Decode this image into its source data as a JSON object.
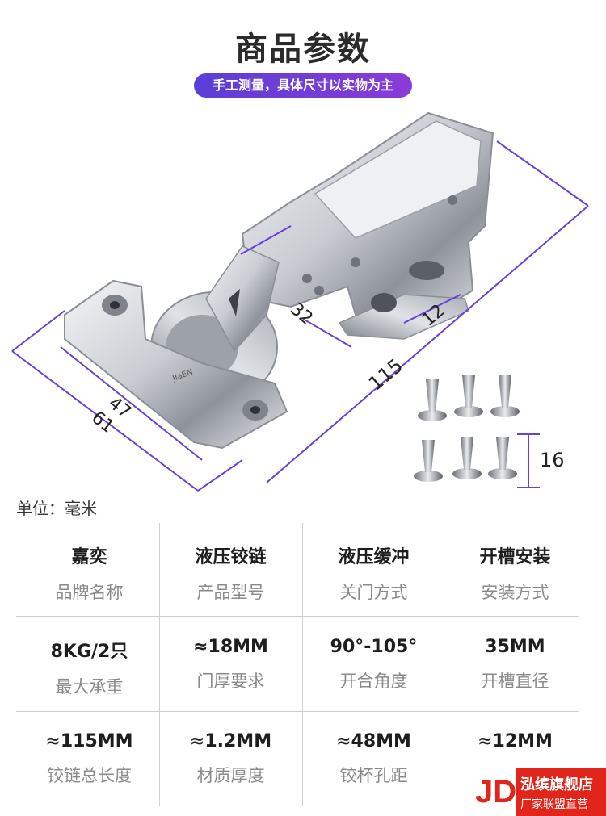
{
  "header": {
    "title": "商品参数",
    "subtitle": "手工测量，具体尺寸以实物为主"
  },
  "diagram": {
    "dims": {
      "d32": "32",
      "d12": "12",
      "d115": "115",
      "d47": "47",
      "d61": "61",
      "d16": "16"
    },
    "embossed": "JIaEN"
  },
  "unit_label": "单位：毫米",
  "specs": [
    [
      {
        "value": "嘉奕",
        "label": "品牌名称"
      },
      {
        "value": "液压铰链",
        "label": "产品型号"
      },
      {
        "value": "液压缓冲",
        "label": "关门方式"
      },
      {
        "value": "开槽安装",
        "label": "安装方式"
      }
    ],
    [
      {
        "value": "8KG/2只",
        "label": "最大承重"
      },
      {
        "value": "≈18MM",
        "label": "门厚要求"
      },
      {
        "value": "90°-105°",
        "label": "开合角度"
      },
      {
        "value": "35MM",
        "label": "开槽直径"
      }
    ],
    [
      {
        "value": "≈115MM",
        "label": "铰链总长度"
      },
      {
        "value": "≈1.2MM",
        "label": "材质厚度"
      },
      {
        "value": "≈48MM",
        "label": "铰杯孔距"
      },
      {
        "value": "≈12MM",
        "label": ""
      }
    ]
  ],
  "badge": {
    "logo": "JD",
    "line1": "泓缤旗舰店",
    "line2": "厂家联盟直营"
  },
  "colors": {
    "accent_start": "#5a3fd6",
    "accent_end": "#8a3bd8",
    "dimension_line": "#6a3fd6",
    "jd_red": "#e1251b"
  }
}
